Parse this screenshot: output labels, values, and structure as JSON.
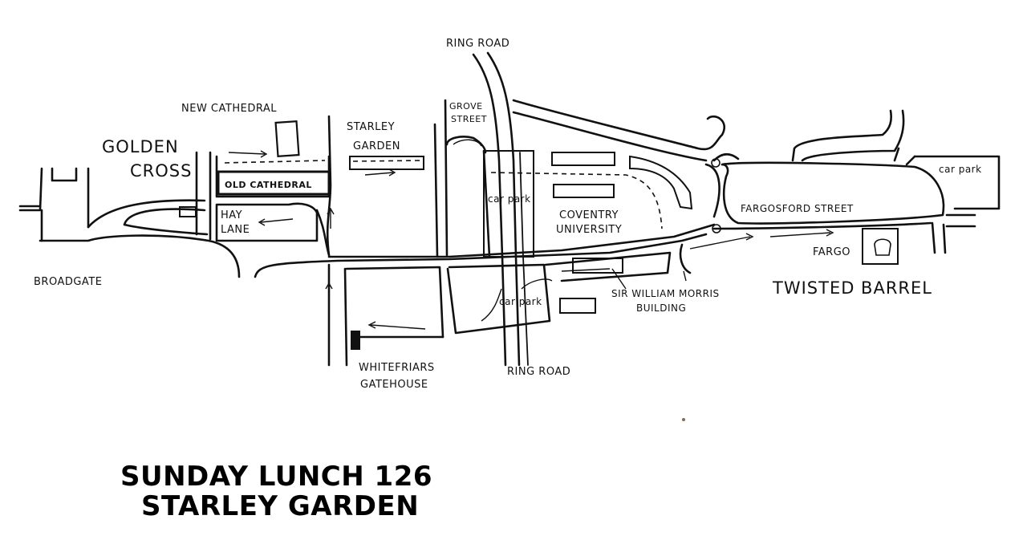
{
  "labels": {
    "ring_road_top": "RING ROAD",
    "ring_road_bottom": "RING ROAD",
    "new_cathedral": "NEW CATHEDRAL",
    "starley_garden_line1": "STARLEY",
    "starley_garden_line2": "GARDEN",
    "grove_street_line1": "GROVE",
    "grove_street_line2": "STREET",
    "golden_cross_line1": "GOLDEN",
    "golden_cross_line2": "CROSS",
    "old_cathedral": "OLD CATHEDRAL",
    "hay_lane_line1": "HAY",
    "hay_lane_line2": "LANE",
    "broadgate": "BROADGATE",
    "car_park_1": "car park",
    "car_park_2": "car park",
    "car_park_3": "car park",
    "coventry_university_line1": "COVENTRY",
    "coventry_university_line2": "UNIVERSITY",
    "fargosford_street": "FARGOSFORD STREET",
    "fargo": "FARGO",
    "twisted_barrel": "TWISTED BARREL",
    "sir_william_line1": "SIR WILLIAM MORRIS",
    "sir_william_line2": "BUILDING",
    "whitefriars_line1": "WHITEFRIARS",
    "whitefriars_line2": "GATEHOUSE"
  },
  "title": {
    "line1": "SUNDAY LUNCH 126",
    "line2": "STARLEY GARDEN"
  },
  "colors": {
    "ink": "#111111",
    "paper": "#ffffff",
    "speck": "#8a6a4a"
  }
}
